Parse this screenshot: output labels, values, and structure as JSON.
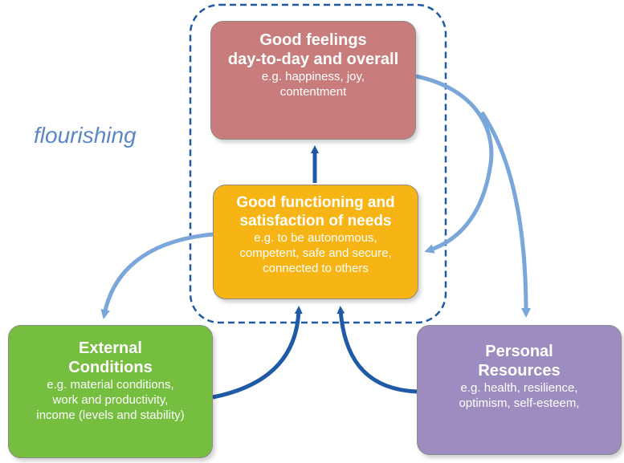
{
  "diagram": {
    "label_flourishing": "flourishing",
    "good_feelings": {
      "title_line1": "Good feelings",
      "title_line2": "day-to-day and overall",
      "desc_line1": "e.g. happiness, joy,",
      "desc_line2": "contentment"
    },
    "good_functioning": {
      "title_line1": "Good functioning and",
      "title_line2": "satisfaction of needs",
      "desc_line1": "e.g. to be autonomous,",
      "desc_line2": "competent, safe and secure,",
      "desc_line3": "connected to others"
    },
    "external_conditions": {
      "title_line1": "External",
      "title_line2": "Conditions",
      "desc_line1": "e.g. material conditions,",
      "desc_line2": "work and productivity,",
      "desc_line3": "income (levels and stability)"
    },
    "personal_resources": {
      "title_line1": "Personal",
      "title_line2": "Resources",
      "desc_line1": "e.g. health, resilience,",
      "desc_line2": "optimism, self-esteem,"
    },
    "colors": {
      "good_feelings": "#c87c7c",
      "good_functioning": "#f7b515",
      "external_conditions": "#76be3f",
      "personal_resources": "#9d8cbf",
      "dark_arrow": "#1f5aa6",
      "light_arrow": "#7aa6da",
      "dashed_border": "#1f5aa6"
    }
  }
}
